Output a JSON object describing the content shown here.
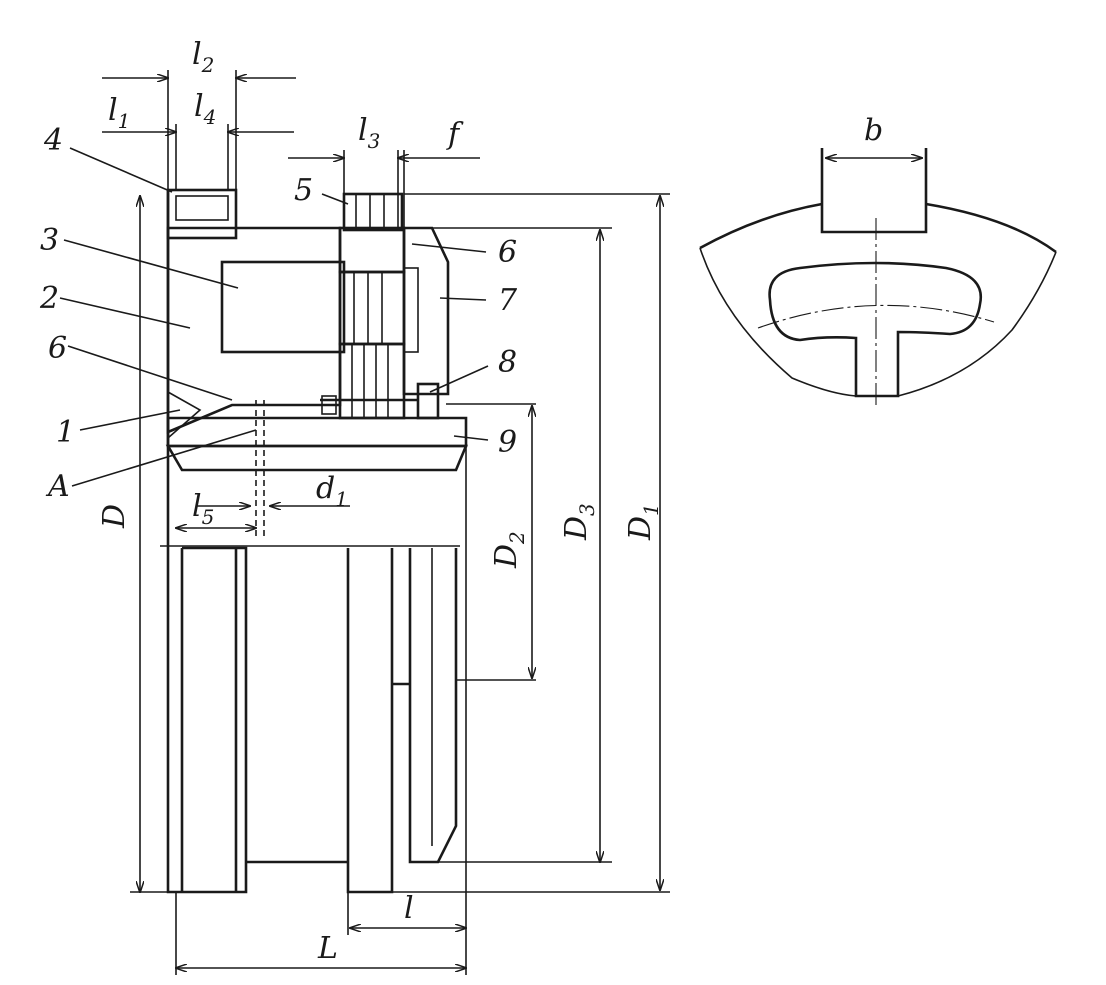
{
  "part_labels": {
    "p1": "1",
    "p2": "2",
    "p3": "3",
    "p4": "4",
    "p5": "5",
    "p6": "6",
    "p6b": "6",
    "p7": "7",
    "p8": "8",
    "p9": "9",
    "pA": "A"
  },
  "dimension_labels": {
    "l1": {
      "base": "l",
      "sub": "1"
    },
    "l2": {
      "base": "l",
      "sub": "2"
    },
    "l3": {
      "base": "l",
      "sub": "3"
    },
    "l4": {
      "base": "l",
      "sub": "4"
    },
    "l5": {
      "base": "l",
      "sub": "5"
    },
    "d1": {
      "base": "d",
      "sub": "1"
    },
    "f": "f",
    "b": "b",
    "D": "D",
    "D1": {
      "base": "D",
      "sub": "1"
    },
    "D2": {
      "base": "D",
      "sub": "2"
    },
    "D3": {
      "base": "D",
      "sub": "3"
    },
    "L": "L",
    "l": "l"
  }
}
